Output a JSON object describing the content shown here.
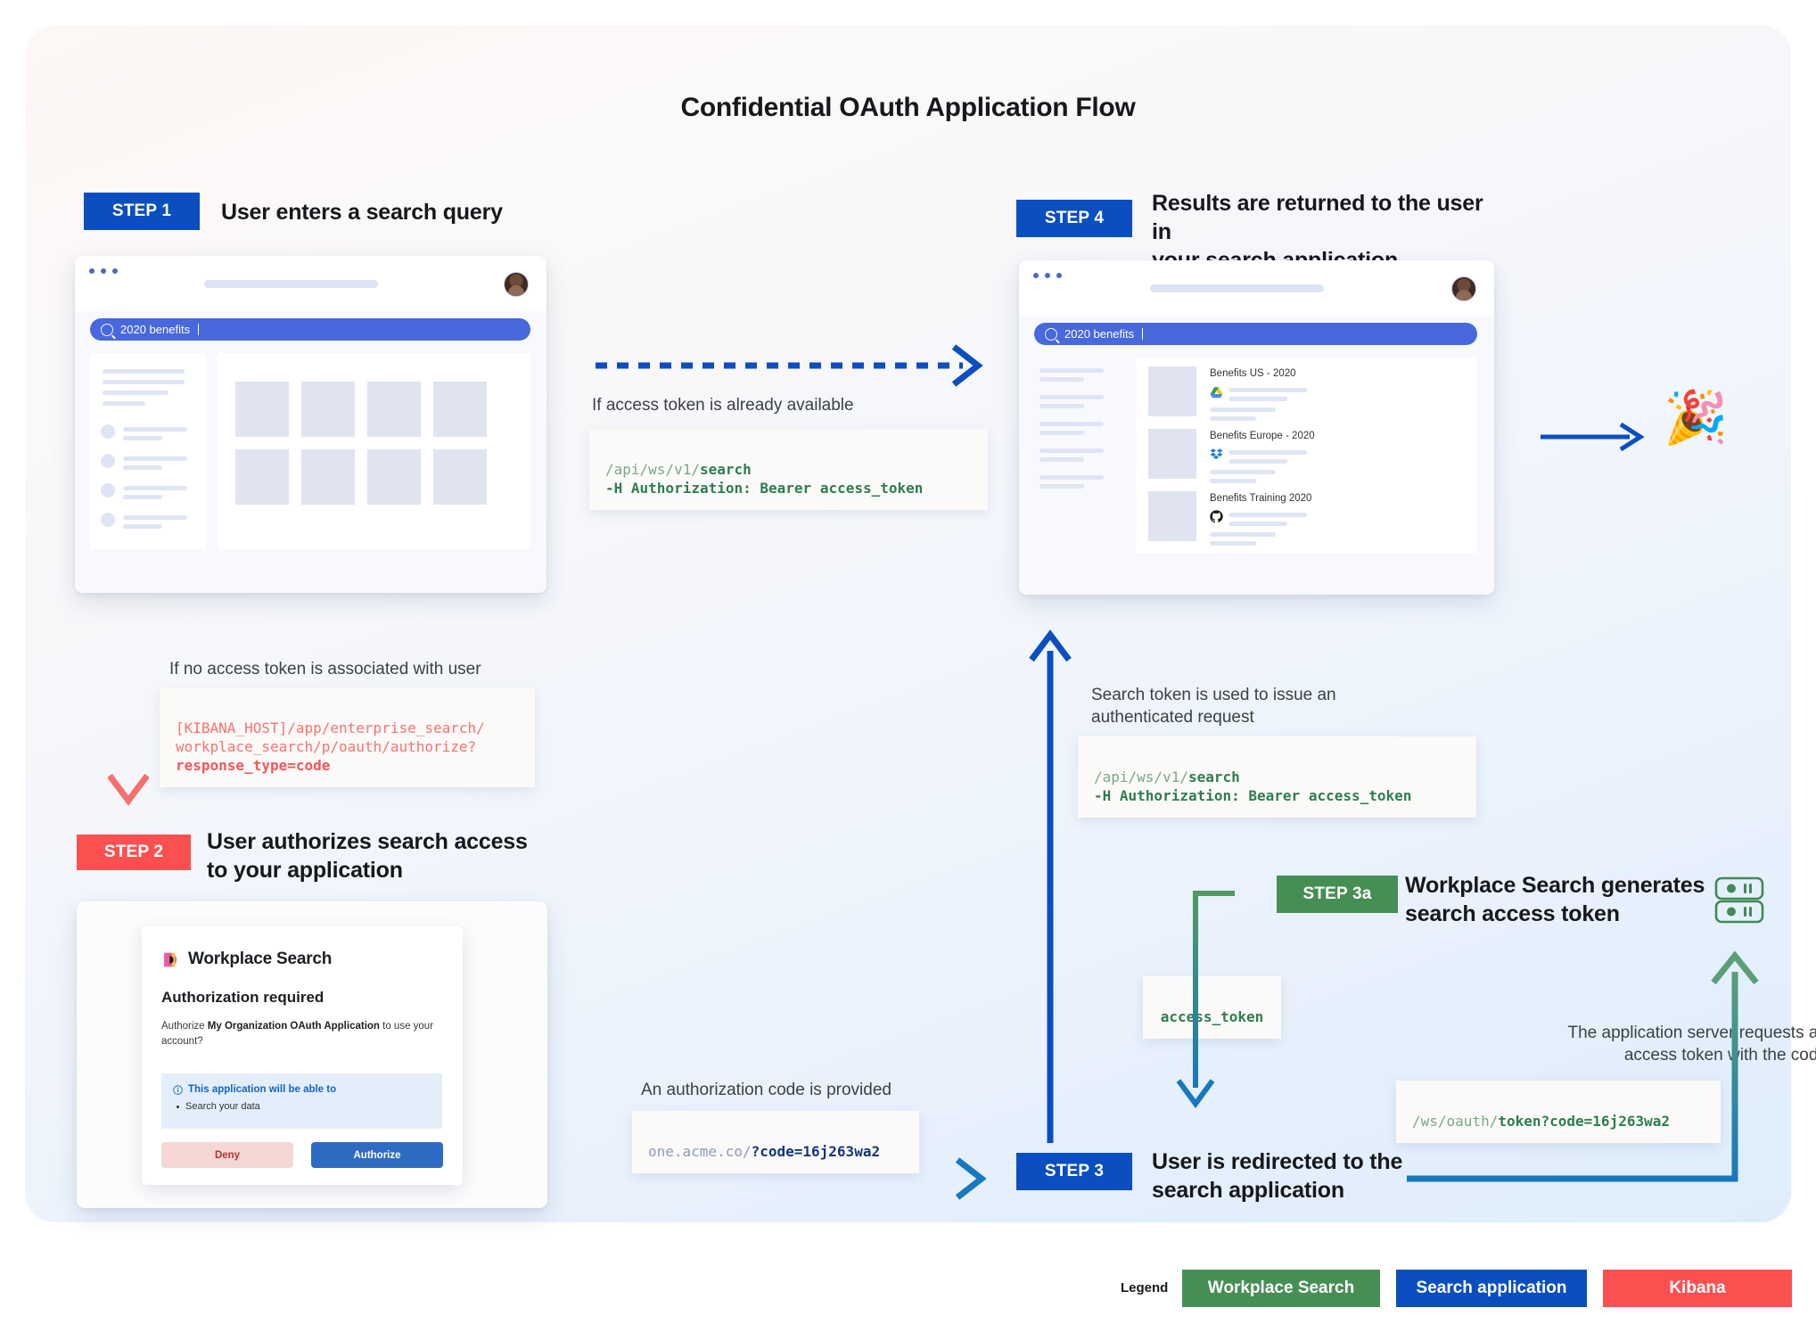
{
  "title": "Confidential OAuth Application Flow",
  "colors": {
    "search_application": "#0b4ec0",
    "kibana": "#fb5050",
    "workplace_search": "#468f54",
    "code_green": "#2e7d4f",
    "code_red": "#f4575a",
    "code_navy": "#12357f"
  },
  "steps": {
    "step1": {
      "chip": "STEP 1",
      "title": "User enters a search query"
    },
    "step2": {
      "chip": "STEP 2",
      "title": "User authorizes search access\nto your application"
    },
    "step3": {
      "chip": "STEP 3",
      "title": "User is redirected to the\nsearch application"
    },
    "step3a": {
      "chip": "STEP 3a",
      "title": "Workplace Search generates\nsearch access token"
    },
    "step4": {
      "chip": "STEP 4",
      "title": "Results are returned to the user in\nyour search application"
    }
  },
  "search_mock": {
    "query": "2020 benefits",
    "search_icon": "search-icon"
  },
  "results": [
    {
      "title": "Benefits US - 2020",
      "source_icon": "google-drive-icon"
    },
    {
      "title": "Benefits Europe - 2020",
      "source_icon": "dropbox-icon"
    },
    {
      "title": "Benefits Training 2020",
      "source_icon": "github-icon"
    }
  ],
  "notes": {
    "token_available": "If access token is already available",
    "no_token": "If no access token is associated with user",
    "auth_code_provided": "An authorization code is provided",
    "search_token_used": "Search token is used to issue an\nauthenticated request",
    "app_server_requests": "The application server requests an\naccess token with the code"
  },
  "code_blocks": {
    "search_request_top": {
      "dim": "/api/ws/v1/",
      "strong": "search",
      "line2": "-H Authorization: Bearer access_token"
    },
    "search_request_mid": {
      "dim": "/api/ws/v1/",
      "strong": "search",
      "line2": "-H Authorization: Bearer access_token"
    },
    "kibana_authorize": {
      "line1_dim": "[KIBANA_HOST]/app/enterprise_search/",
      "line2_dim": "workplace_search/p/oauth/authorize?",
      "line3_strong": "response_type=code"
    },
    "redirect_url": {
      "dim": "one.acme.co/",
      "strong": "?code=16j263wa2"
    },
    "token_exchange": {
      "dim": "/ws/oauth/",
      "strong": "token?code=16j263wa2"
    },
    "access_token_label": "access_token"
  },
  "authorize_card": {
    "brand": "Workplace Search",
    "logo_icon": "workplace-search-logo-icon",
    "heading": "Authorization required",
    "body_pre": "Authorize ",
    "body_strong": "My Organization OAuth Application",
    "body_post": " to use your account?",
    "callout_icon": "info-icon",
    "callout_title": "This application will be able to",
    "callout_items": [
      "Search your data"
    ],
    "deny_label": "Deny",
    "authorize_label": "Authorize"
  },
  "server_icon": {
    "name": "server-rack-icon"
  },
  "celebration_icon": {
    "name": "party-popper-icon",
    "glyph": "🎉"
  },
  "legend": {
    "label": "Legend",
    "items": [
      {
        "label": "Workplace Search",
        "color": "#468f54"
      },
      {
        "label": "Search application",
        "color": "#0b4ec0"
      },
      {
        "label": "Kibana",
        "color": "#fb5050"
      }
    ]
  }
}
